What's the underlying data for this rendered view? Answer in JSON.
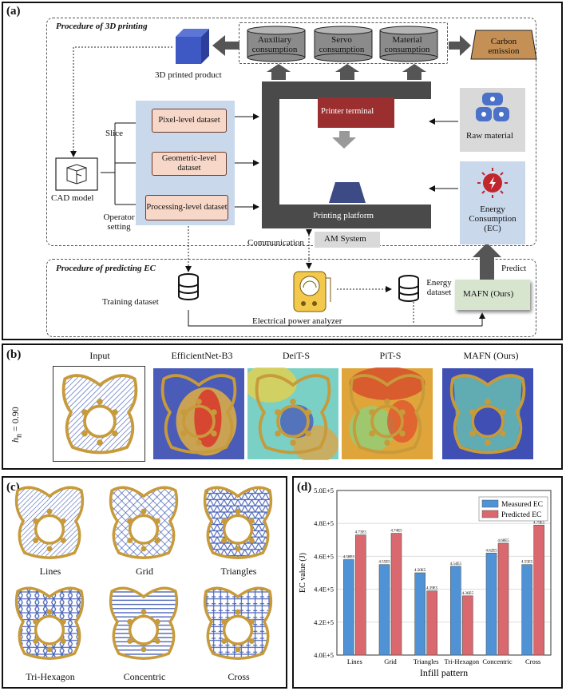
{
  "panel_a": {
    "label": "(a)",
    "procedure_print": "Procedure of 3D printing",
    "procedure_predict": "Procedure of predicting EC",
    "consumptions": [
      "Auxiliary consumption",
      "Servo consumption",
      "Material consumption"
    ],
    "carbon": "Carbon emission",
    "printed_product": "3D printed product",
    "cad_model": "CAD model",
    "slice": "Slice",
    "operator_setting": "Operator setting",
    "datasets": [
      "Pixel-level dataset",
      "Geometric-level dataset",
      "Processing-level dataset"
    ],
    "printer_terminal": "Printer terminal",
    "printing_platform": "Printing platform",
    "am_system": "AM System",
    "raw_material": "Raw material",
    "energy_consumption": "Energy Consumption (EC)",
    "communication": "Communication",
    "predict": "Predict",
    "training_dataset": "Training dataset",
    "analyzer": "Electrical power analyzer",
    "energy_dataset": "Energy dataset",
    "mafn": "MAFN (Ours)"
  },
  "panel_b": {
    "label": "(b)",
    "row_label_var": "h",
    "row_label_sub": "n",
    "row_label_val": "= 0.90",
    "columns": [
      "Input",
      "EfficientNet-B3",
      "DeiT-S",
      "PiT-S",
      "MAFN (Ours)"
    ]
  },
  "panel_c": {
    "label": "(c)",
    "patterns": [
      "Lines",
      "Grid",
      "Triangles",
      "Tri-Hexagon",
      "Concentric",
      "Cross"
    ]
  },
  "panel_d": {
    "label": "(d)"
  },
  "chart_data": {
    "type": "bar",
    "categories": [
      "Lines",
      "Grid",
      "Triangles",
      "Tri-Hexagon",
      "Concentric",
      "Cross"
    ],
    "series": [
      {
        "name": "Measured EC",
        "values": [
          458000,
          455000,
          450000,
          454000,
          462000,
          455000
        ],
        "labels": [
          "4.58E5",
          "4.55E5",
          "4.50E5",
          "4.54E5",
          "4.62E5",
          "4.55E5"
        ]
      },
      {
        "name": "Predicted EC",
        "values": [
          473000,
          474000,
          439000,
          436000,
          468000,
          479000
        ],
        "labels": [
          "4.73E5",
          "4.74E5",
          "4.39E5",
          "4.36E5",
          "4.68E5",
          "4.79E5"
        ]
      }
    ],
    "xlabel": "Infill pattern",
    "ylabel": "EC value (J)",
    "ylim": [
      400000,
      500000
    ],
    "yticks": [
      "4.0E+5",
      "4.2E+5",
      "4.4E+5",
      "4.6E+5",
      "4.8E+5",
      "5.0E+5"
    ],
    "legend_position": "top-right",
    "colors": {
      "measured": "#4f93d6",
      "predicted": "#d9686f"
    }
  }
}
